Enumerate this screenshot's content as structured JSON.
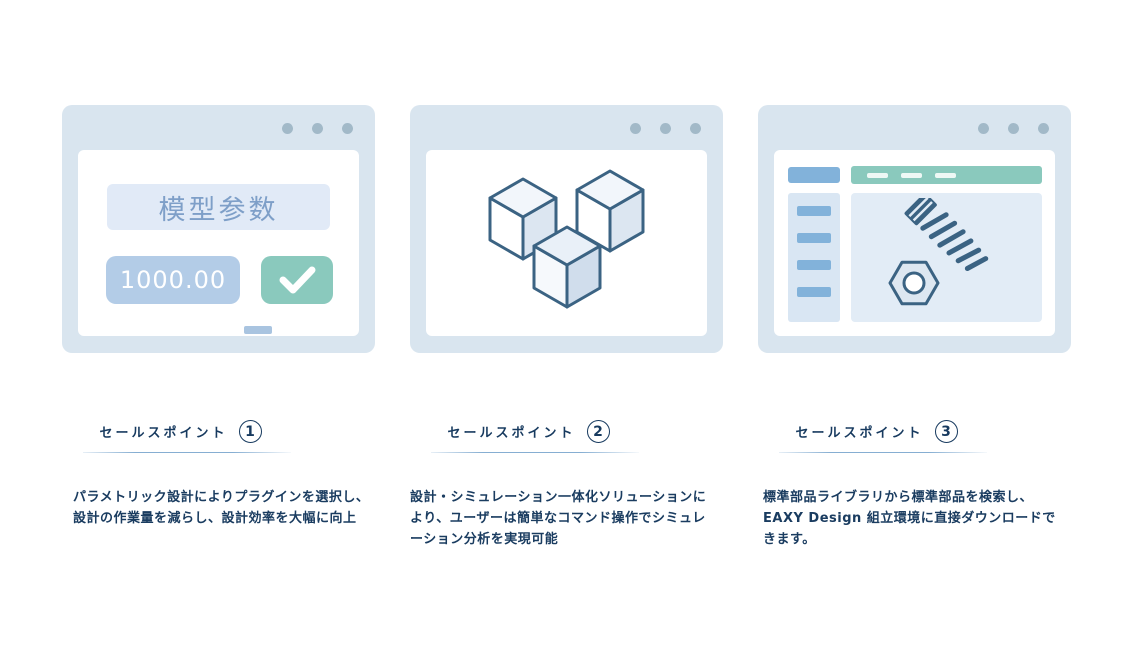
{
  "colors": {
    "card_bg": "#d9e5ef",
    "window_dot": "#a2b9c8",
    "panel_bg": "#ffffff",
    "param_label_bg": "#e1eaf7",
    "param_label_text": "#7e9fc8",
    "param_value_bg": "#b3cce7",
    "check_bg": "#8ac9bd",
    "illustration_outline": "#3b6383",
    "accent_navy": "#173a5f",
    "ui_blue": "#82b2da",
    "ui_teal": "#8ac9bd",
    "ui_light_blue": "#e2ecf6"
  },
  "cards": [
    {
      "badge_label": "セールスポイント",
      "badge_number": "1",
      "description": "パラメトリック設計によりプラグインを選択し、設計の作業量を減らし、設計効率を大幅に向上",
      "illustration": {
        "type": "parameter-form",
        "param_label": "模型参数",
        "param_value": "1000.00"
      }
    },
    {
      "badge_label": "セールスポイント",
      "badge_number": "2",
      "description": "設計・シミュレーション一体化ソリューションにより、ユーザーは簡単なコマンド操作でシミュレーション分析を実現可能",
      "illustration": {
        "type": "cubes"
      }
    },
    {
      "badge_label": "セールスポイント",
      "badge_number": "3",
      "description": "標準部品ライブラリから標準部品を検索し、EAXY Design 組立環境に直接ダウンロードできます。",
      "illustration": {
        "type": "standard-parts-browser"
      }
    }
  ]
}
